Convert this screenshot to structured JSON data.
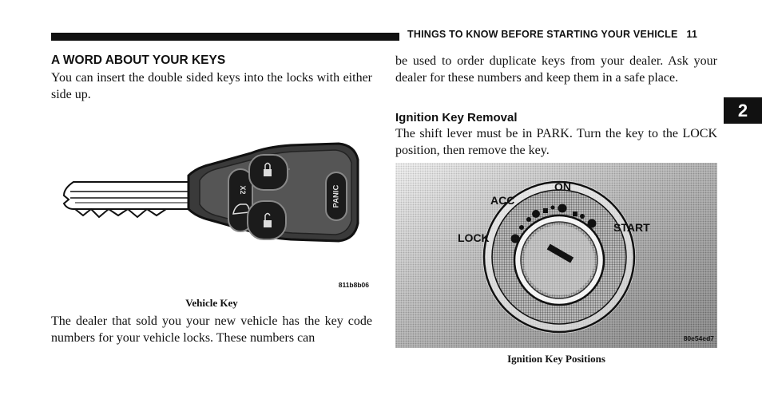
{
  "header": {
    "running_head": "THINGS TO KNOW BEFORE STARTING YOUR VEHICLE",
    "page_number": "11",
    "chapter_tab": "2"
  },
  "left": {
    "heading": "A WORD ABOUT YOUR KEYS",
    "intro": "You can insert the double sided keys into the locks with either side up.",
    "figure_code": "811b8b06",
    "figure_caption": "Vehicle Key",
    "fob_panic_label": "PANIC",
    "fob_x2_label": "X2",
    "body": "The dealer that sold you your new vehicle has the key code numbers for your vehicle locks. These numbers can"
  },
  "right": {
    "continued": "be used to order duplicate keys from your dealer. Ask your dealer for these numbers and keep them in a safe place.",
    "heading": "Ignition Key Removal",
    "body": "The shift lever must be in PARK. Turn the key to the LOCK position, then remove the key.",
    "figure_code": "80e54ed7",
    "figure_caption": "Ignition Key Positions",
    "positions": {
      "acc": "ACC",
      "on": "ON",
      "lock": "LOCK",
      "start": "START"
    }
  },
  "colors": {
    "ink": "#111111",
    "tab_text": "#ffffff",
    "halftone": "#9a9a9a"
  }
}
